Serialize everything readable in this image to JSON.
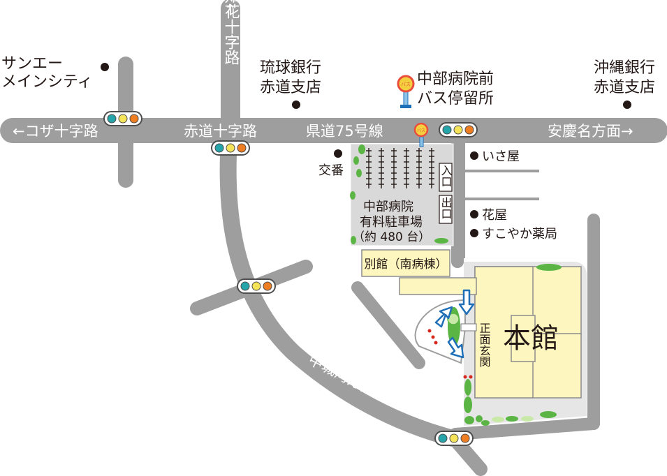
{
  "colors": {
    "road": "#9e9e9e",
    "building_fill": "#fdf7bf",
    "building_stroke": "#8c8c8c",
    "parking_fill": "#d9d9d9",
    "courtyard_fill": "#e6e6e6",
    "green": "#5bb545",
    "arrow_blue": "#1f6fb8",
    "dot_red": "#d7261e",
    "signal_teal": "#25a5a9",
    "signal_yellow": "#f5e45a",
    "signal_orange": "#ef7d22",
    "bus_red": "#e94e3c",
    "bus_yellow": "#f4d03f",
    "bus_blue": "#8cc3e6"
  },
  "labels": {
    "sunnyea_line1": "サンエー",
    "sunnyea_line2": "メインシティ",
    "chibana_crossing": "知花十字路",
    "ryukyu_bank_line1": "琉球銀行",
    "ryukyu_bank_line2": "赤道支店",
    "bus_stop_line1": "中部病院前",
    "bus_stop_line2": "バス停留所",
    "okinawa_bank_line1": "沖縄銀行",
    "okinawa_bank_line2": "赤道支店",
    "koza_crossing": "←コザ十字路",
    "akamichi_crossing": "赤道十字路",
    "route75": "県道75号線",
    "agena_direction": "安慶名方面→",
    "police_box": "交番",
    "isaya": "いさ屋",
    "hanaya": "花屋",
    "sukoyaka_pharmacy": "すこやか薬局",
    "parking_line1": "中部病院",
    "parking_line2": "有料駐車場",
    "parking_line3": "（約 480 台）",
    "entrance": "入口",
    "exit": "出口",
    "annex": "別館（南病棟）",
    "main_building": "本館",
    "main_entrance": "正面玄関",
    "nakagusuku_direction": "中城湾方面→",
    "bus_sign": "バス"
  }
}
